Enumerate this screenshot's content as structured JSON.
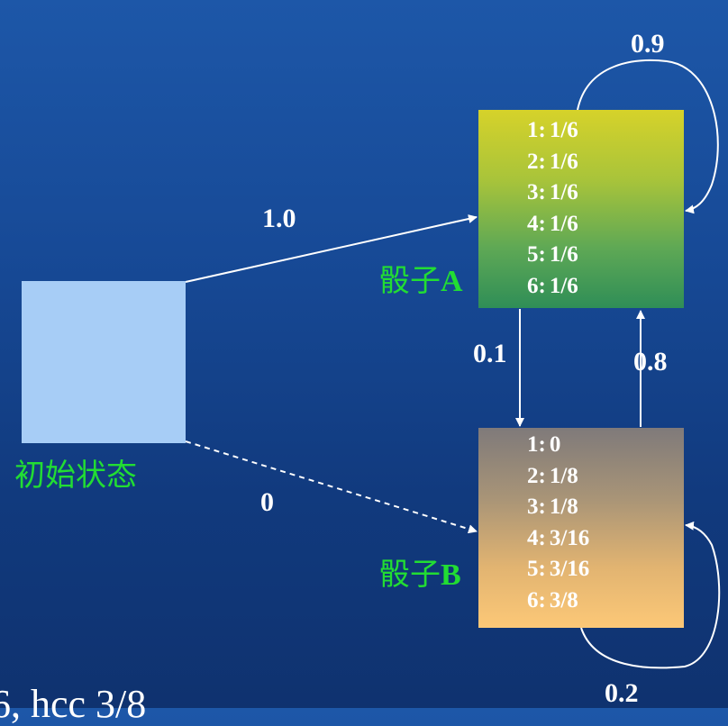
{
  "nodes": {
    "initial": {
      "label": "初始状态"
    },
    "dice_a": {
      "name_prefix": "骰子",
      "name_letter": "A",
      "emissions": [
        {
          "face": "1:",
          "prob": "1/6"
        },
        {
          "face": "2:",
          "prob": "1/6"
        },
        {
          "face": "3:",
          "prob": "1/6"
        },
        {
          "face": "4:",
          "prob": "1/6"
        },
        {
          "face": "5:",
          "prob": "1/6"
        },
        {
          "face": "6:",
          "prob": "1/6"
        }
      ]
    },
    "dice_b": {
      "name_prefix": "骰子",
      "name_letter": "B",
      "emissions": [
        {
          "face": "1:",
          "prob": "0"
        },
        {
          "face": "2:",
          "prob": "1/8"
        },
        {
          "face": "3:",
          "prob": "1/8"
        },
        {
          "face": "4:",
          "prob": "3/16"
        },
        {
          "face": "5:",
          "prob": "3/16"
        },
        {
          "face": "6:",
          "prob": "3/8"
        }
      ]
    }
  },
  "transitions": {
    "init_to_a": "1.0",
    "init_to_b": "0",
    "a_to_a": "0.9",
    "a_to_b": "0.1",
    "b_to_a": "0.8",
    "b_to_b": "0.2"
  },
  "footer_partial_text": "6, hcc  3/8",
  "colors": {
    "background_top": "#1d57a8",
    "background_bottom": "#0f326f",
    "initial_box": "#a7cdf6",
    "dice_label": "#22dd33",
    "arrow": "#ffffff"
  }
}
